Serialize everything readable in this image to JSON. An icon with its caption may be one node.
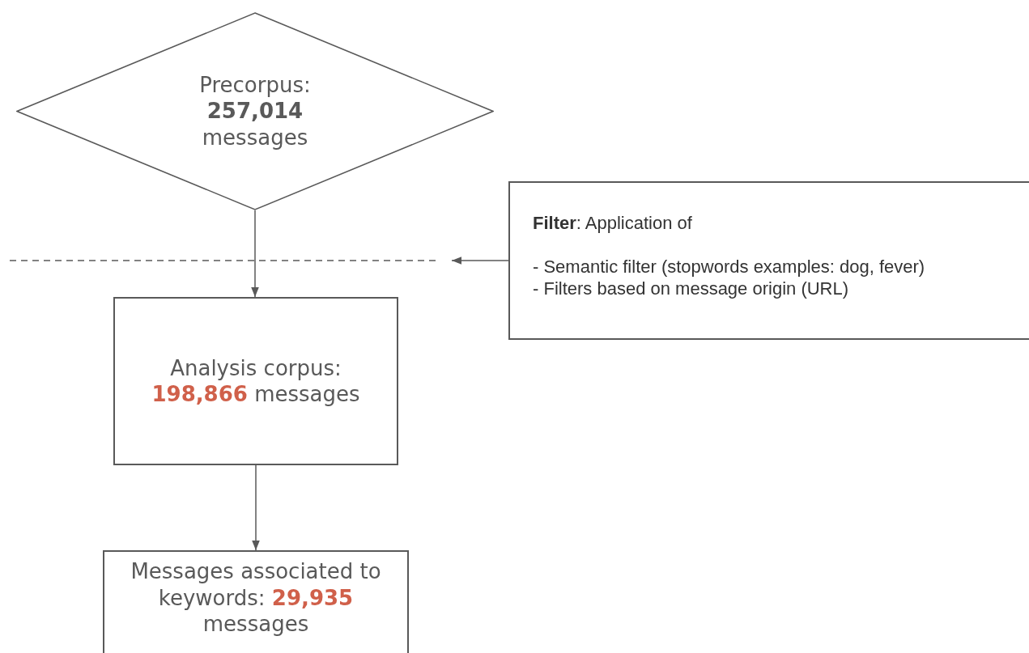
{
  "diagram": {
    "nodes": [
      {
        "text": [
          "Precorpus: **257,014** messages"
        ]
      },
      {
        "text": [
          "Analysis corpus: **198,866** messages"
        ]
      },
      {
        "text": [
          "Messages associated to keywords: **29,935** messages"
        ]
      },
      {
        "text": [
          "**Filter**: Application of",
          "- Semantic filter (stopwords examples: dog, fever)",
          "- Filters based on message origin (URL)"
        ]
      },
      {
        "text": [],
        "shape": "line"
      }
    ],
    "edges": [
      {
        "from": 0,
        "to": 1,
        "arrow": "to"
      },
      {
        "from": 1,
        "to": 2,
        "arrow": "to"
      },
      {
        "from": 3,
        "to": 4,
        "arrow": "to"
      }
    ]
  }
}
